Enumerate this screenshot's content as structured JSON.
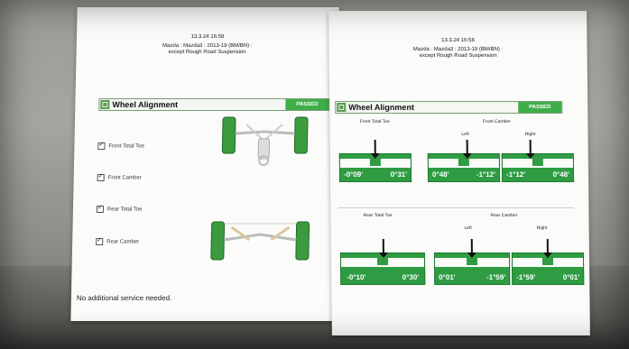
{
  "left_page": {
    "header_time": "13.3.24 16:58",
    "header_model": "Mazda : Mazda3 : 2013-19 (BM/BN) :",
    "header_variant": "except Rough Road Suspension",
    "banner_title": "Wheel Alignment",
    "banner_status": "PASSED",
    "checks": [
      "Front Total Toe",
      "Front Camber",
      "Rear Total Toe",
      "Rear Camber"
    ],
    "footer": "No additional service needed."
  },
  "right_page": {
    "header_time": "13.3.24 16:58",
    "header_model": "Mazda : Mazda3 : 2013-19 (BM/BN) :",
    "header_variant": "except Rough Road Suspension",
    "banner_title": "Wheel Alignment",
    "banner_status": "PASSED",
    "front_toe": {
      "label": "Front Total Toe",
      "left_val": "-0°09'",
      "right_val": "0°31'"
    },
    "front_camber": {
      "label": "Front Camber",
      "left_label": "Left",
      "right_label": "Right",
      "left_gauge": [
        "0°48'",
        "-1°12'"
      ],
      "right_gauge": [
        "-1°12'",
        "0°48'"
      ]
    },
    "rear_toe": {
      "label": "Rear Total Toe",
      "left_val": "-0°10'",
      "right_val": "0°30'"
    },
    "rear_camber": {
      "label": "Rear Camber",
      "left_label": "Left",
      "right_label": "Right",
      "left_gauge": [
        "0°01'",
        "-1°59'"
      ],
      "right_gauge": [
        "-1°59'",
        "0°01'"
      ]
    }
  },
  "colors": {
    "pass_green": "#3fae49",
    "gauge_green": "#2f9c43",
    "paper": "#fbfbf9"
  }
}
